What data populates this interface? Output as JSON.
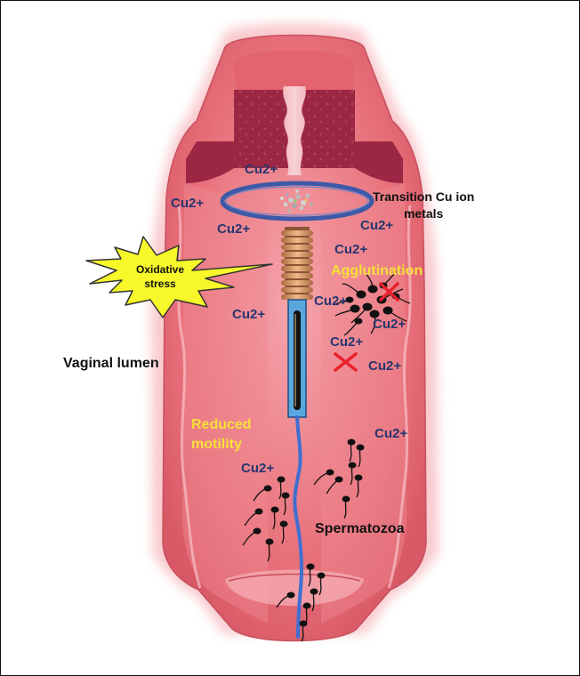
{
  "labels": {
    "transition_metals_line1": "Transition Cu ion",
    "transition_metals_line2": "metals",
    "agglutination": "Agglutination",
    "oxidative_stress_line1": "Oxidative",
    "oxidative_stress_line2": "stress",
    "vaginal_lumen": "Vaginal lumen",
    "reduced_motility_line1": "Reduced",
    "reduced_motility_line2": "motility",
    "spermatozoa": "Spermatozoa"
  },
  "ion_label": "Cu2+",
  "colors": {
    "tissue": "#e8707a",
    "tissue_light": "#f6a6ad",
    "tissue_dark": "#9c2744",
    "ring": "#3c5aa8",
    "coil": "#d9996a",
    "stem": "#5aa7de",
    "tail": "#3f6fd1",
    "burst": "#f7f72a",
    "ion_text": "#26366f",
    "cross": "#e8202a",
    "highlight_text": "#f7e03a"
  },
  "icons": {
    "burst": "starburst-shape",
    "cross": "red-x-mark",
    "sperm": "sperm-cell"
  }
}
